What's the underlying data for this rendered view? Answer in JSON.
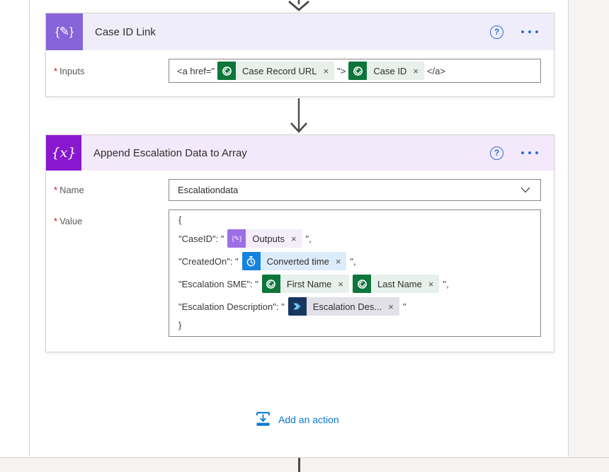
{
  "card_case_id_link": {
    "title": "Case ID Link",
    "required_marker": "*",
    "inputs_label": "Inputs",
    "code_before": "<a href=\"",
    "token_case_record_url": "Case Record URL",
    "code_middle": "\">",
    "token_case_id": "Case ID",
    "code_after": "</a>"
  },
  "card_append_escalation": {
    "title": "Append Escalation Data to Array",
    "required_marker": "*",
    "name_label": "Name",
    "name_value": "Escalationdata",
    "value_label": "Value",
    "brace_open": "{",
    "line_caseid": {
      "pre": "\"CaseID\": \"",
      "token": "Outputs",
      "post": "\","
    },
    "line_createdon": {
      "pre": "\"CreatedOn\": \"",
      "token": "Converted time",
      "post": "\","
    },
    "line_sme": {
      "pre": "\"Escalation SME\": \"",
      "token1": "First Name",
      "token2": "Last Name",
      "post": "\","
    },
    "line_desc": {
      "pre": "\"Escalation Description\": \"",
      "token": "Escalation Des...",
      "post": "\""
    },
    "brace_close": "}"
  },
  "footer": {
    "add_action_label": "Add an action"
  },
  "icons": {
    "close": "×",
    "help_glyph": "?",
    "compose_glyph": "{✎}",
    "variable_glyph": "{x}"
  },
  "colors": {
    "compose_icon": "#8764d8",
    "variable_icon": "#8a17d0",
    "dataverse_green": "#0e753b",
    "time_blue": "#1583dd",
    "flow_navy": "#17365d",
    "accent_blue": "#2b6cd9",
    "add_action_blue": "#0c79d6",
    "header1_bg": "#f0edfb",
    "header2_bg": "#f4e9fb"
  }
}
